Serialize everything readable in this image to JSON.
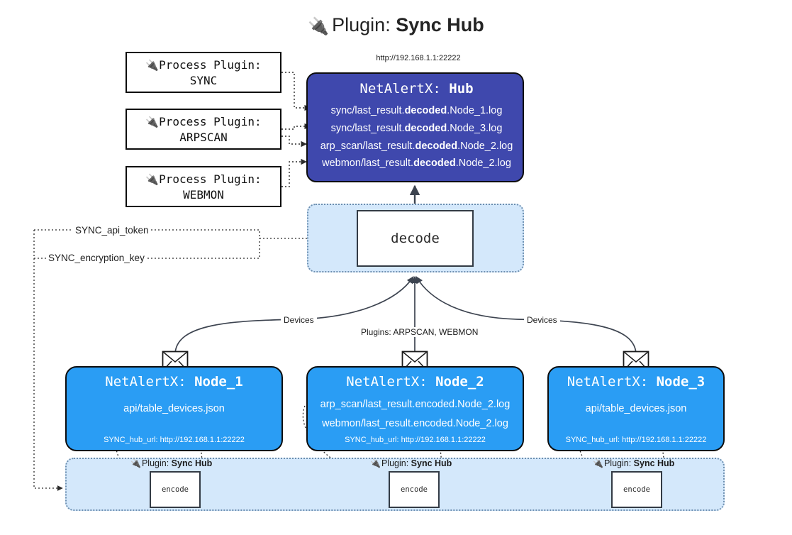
{
  "title": {
    "icon": "plug-icon",
    "prefix": "Plugin:",
    "name": "Sync Hub"
  },
  "hub": {
    "url": "http://192.168.1.1:22222",
    "label_prefix": "NetAlertX:",
    "label_name": "Hub",
    "lines": [
      {
        "pre": "sync/last_result.",
        "strong": "decoded",
        "post": ".Node_1.log"
      },
      {
        "pre": "sync/last_result.",
        "strong": "decoded",
        "post": ".Node_3.log"
      },
      {
        "pre": "arp_scan/last_result.",
        "strong": "decoded",
        "post": ".Node_2.log"
      },
      {
        "pre": "webmon/last_result.",
        "strong": "decoded",
        "post": ".Node_2.log"
      }
    ]
  },
  "process_plugins": [
    {
      "icon": "plug-icon",
      "prefix": "Process Plugin:",
      "name": "SYNC"
    },
    {
      "icon": "plug-icon",
      "prefix": "Process Plugin:",
      "name": "ARPSCAN"
    },
    {
      "icon": "plug-icon",
      "prefix": "Process Plugin:",
      "name": "WEBMON"
    }
  ],
  "decode": {
    "label": "decode"
  },
  "config_labels": [
    {
      "text": "SYNC_api_token"
    },
    {
      "text": "SYNC_encryption_key"
    }
  ],
  "edge_labels": {
    "devices_left": "Devices",
    "devices_right": "Devices",
    "plugins_center": "Plugins: ARPSCAN, WEBMON"
  },
  "nodes": [
    {
      "label_prefix": "NetAlertX:",
      "label_name": "Node_1",
      "lines": [
        "api/table_devices.json"
      ],
      "footer": "SYNC_hub_url: http://192.168.1.1:22222",
      "envelope_icon": "envelope-icon"
    },
    {
      "label_prefix": "NetAlertX:",
      "label_name": "Node_2",
      "lines": [
        "arp_scan/last_result.encoded.Node_2.log",
        "webmon/last_result.encoded.Node_2.log"
      ],
      "footer": "SYNC_hub_url: http://192.168.1.1:22222",
      "envelope_icon": "envelope-icon"
    },
    {
      "label_prefix": "NetAlertX:",
      "label_name": "Node_3",
      "lines": [
        "api/table_devices.json"
      ],
      "footer": "SYNC_hub_url: http://192.168.1.1:22222",
      "envelope_icon": "envelope-icon"
    }
  ],
  "encoders": [
    {
      "icon": "plug-icon",
      "prefix": "Plugin:",
      "name": "Sync Hub",
      "box_label": "encode"
    },
    {
      "icon": "plug-icon",
      "prefix": "Plugin:",
      "name": "Sync Hub",
      "box_label": "encode"
    },
    {
      "icon": "plug-icon",
      "prefix": "Plugin:",
      "name": "Sync Hub",
      "box_label": "encode"
    }
  ],
  "colors": {
    "hub": "#3f48ad",
    "node": "#2a9df4",
    "zone": "#d4e8fb",
    "zone_border": "#6d8fb0",
    "stroke": "#0d0d0d",
    "background": "#ffffff"
  }
}
